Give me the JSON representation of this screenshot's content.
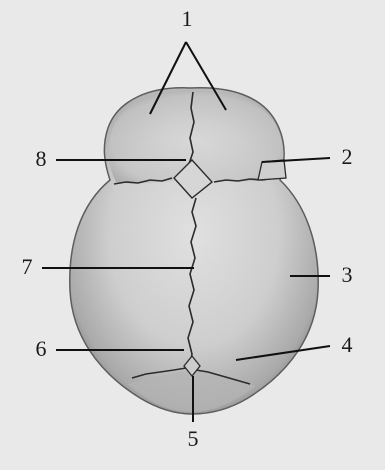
{
  "diagram": {
    "labels": {
      "l1": "1",
      "l2": "2",
      "l3": "3",
      "l4": "4",
      "l5": "5",
      "l6": "6",
      "l7": "7",
      "l8": "8"
    },
    "colors": {
      "background": "#e9e9e9",
      "bone_light": "#d9d9d9",
      "bone_mid": "#b8b8b8",
      "bone_dark": "#6a6a6a",
      "suture": "#2b2b2b",
      "leader_line": "#111111"
    }
  }
}
